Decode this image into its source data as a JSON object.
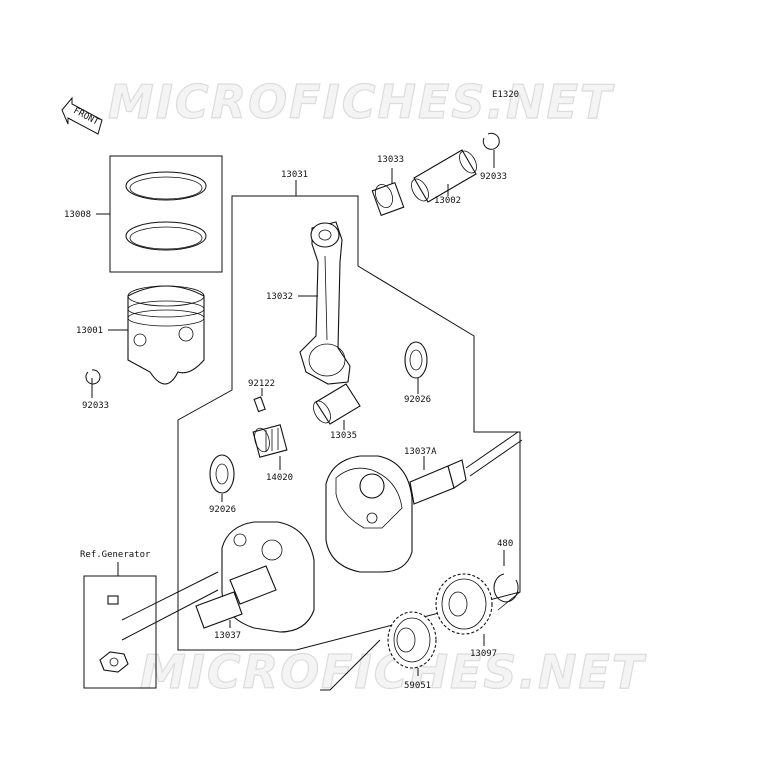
{
  "diagram": {
    "figure_code": "E1320",
    "front_label": "FRONT",
    "watermark_top": "MICROFICHES.NET",
    "watermark_bottom": "MICROFICHES.NET",
    "ref_generator": "Ref.Generator",
    "parts": {
      "p13008": "13008",
      "p13001": "13001",
      "p92033_left": "92033",
      "p13031": "13031",
      "p13033": "13033",
      "p13002": "13002",
      "p92033_right": "92033",
      "p13032": "13032",
      "p92026_right": "92026",
      "p92122": "92122",
      "p13035": "13035",
      "p14020": "14020",
      "p13037A": "13037A",
      "p92026_left": "92026",
      "p480": "480",
      "p13037": "13037",
      "p13097": "13097",
      "p59051": "59051"
    }
  }
}
